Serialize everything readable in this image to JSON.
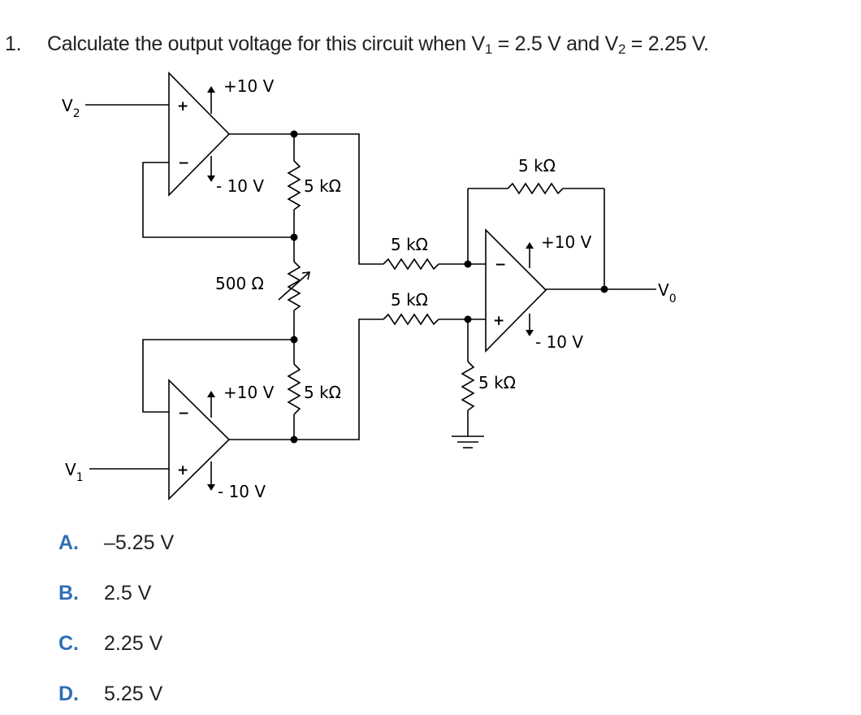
{
  "question": {
    "number": "1.",
    "text_before_v1": "Calculate the output voltage for this circuit when V",
    "v1_sub": "1",
    "text_mid": " = 2.5 V and V",
    "v2_sub": "2",
    "text_after": " = 2.25 V."
  },
  "circuit": {
    "labels": {
      "v2": "V",
      "v2_sub": "2",
      "v1": "V",
      "v1_sub": "1",
      "vo": "V",
      "vo_sub": "0",
      "top_amp_supply_pos": "+10 V",
      "top_amp_supply_neg": "- 10 V",
      "bottom_amp_supply_pos": "+10 V",
      "bottom_amp_supply_neg": "- 10 V",
      "diff_amp_supply_pos": "+10 V",
      "diff_amp_supply_neg": "- 10 V",
      "r_top": "5 kΩ",
      "r_gain": "500 Ω",
      "r_bottom": "5 kΩ",
      "r_feedback": "5 kΩ",
      "r_in_inv": "5 kΩ",
      "r_in_noninv": "5 kΩ",
      "r_ground": "5 kΩ",
      "plus": "+",
      "minus": "−"
    }
  },
  "options": [
    {
      "letter": "A.",
      "text": "–5.25 V"
    },
    {
      "letter": "B.",
      "text": "2.5 V"
    },
    {
      "letter": "C.",
      "text": "2.25 V"
    },
    {
      "letter": "D.",
      "text": "5.25 V"
    }
  ]
}
